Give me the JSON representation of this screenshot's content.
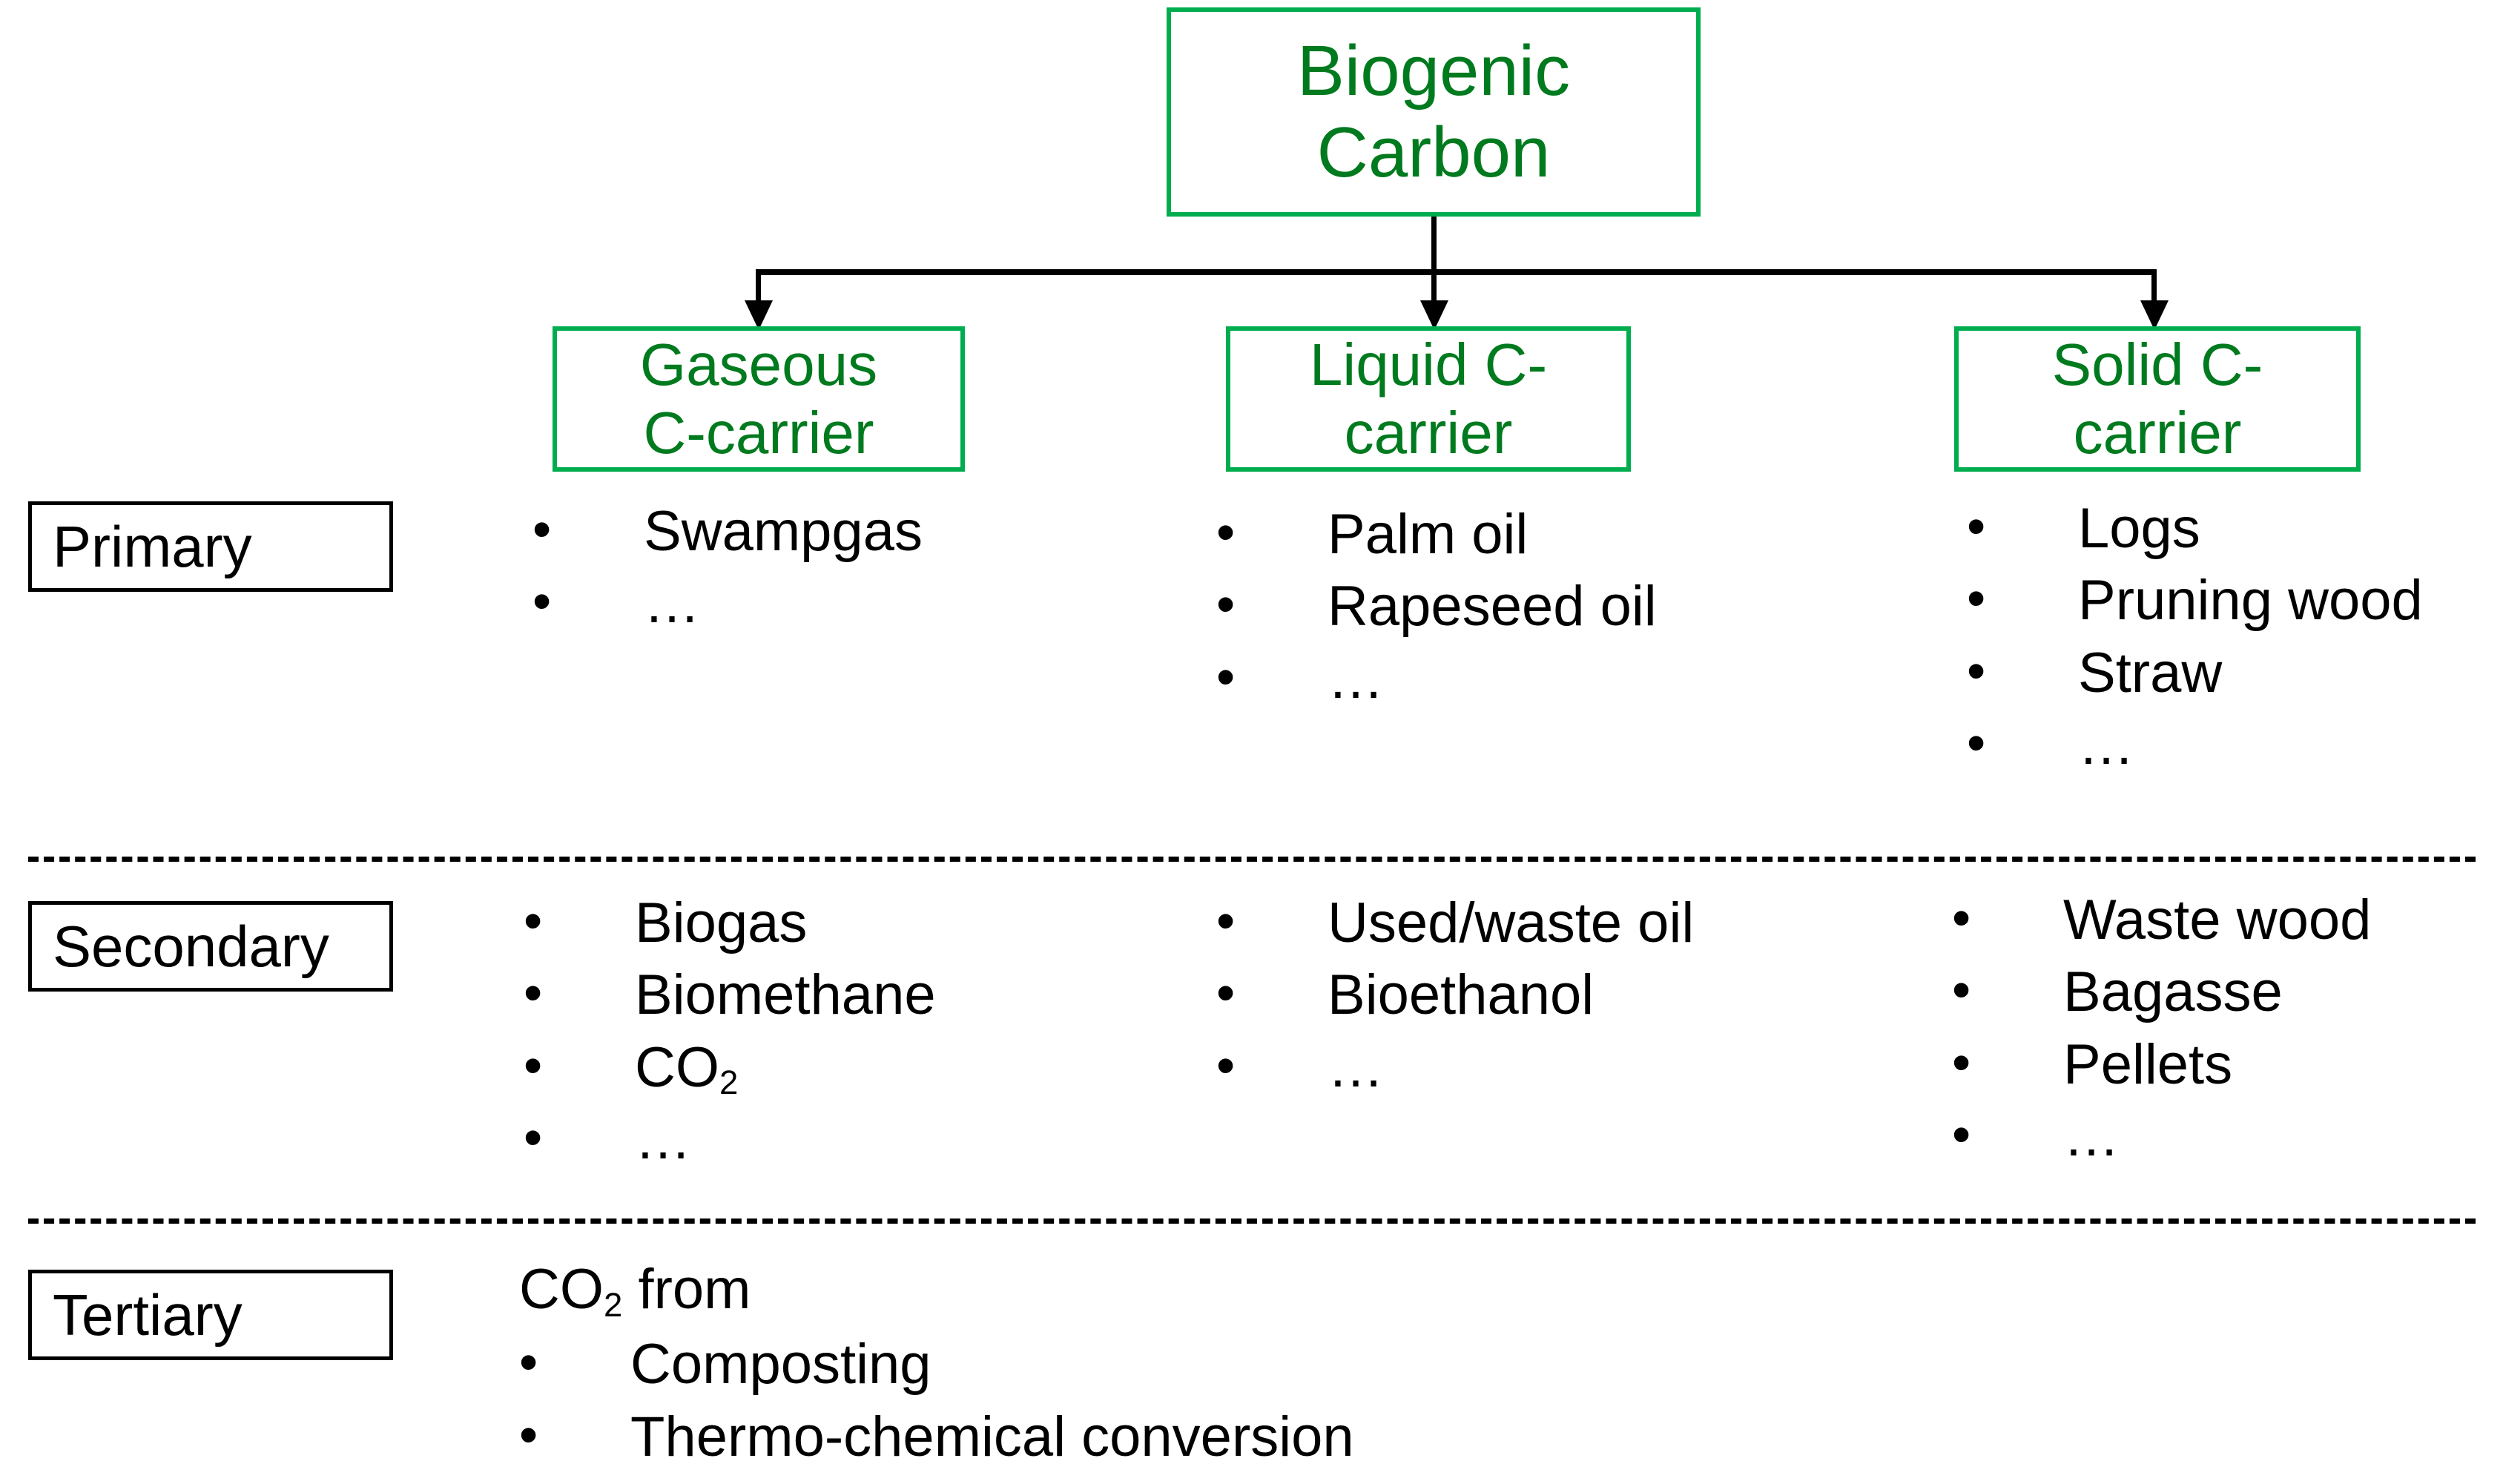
{
  "colors": {
    "box_border_green": "#00ad4e",
    "box_text_green": "#007a1e",
    "line_black": "#000000",
    "background": "#ffffff"
  },
  "root": {
    "label_line1": "Biogenic",
    "label_line2": "Carbon"
  },
  "categories": [
    {
      "id": "gaseous",
      "label_line1": "Gaseous",
      "label_line2": "C-carrier"
    },
    {
      "id": "liquid",
      "label_line1": "Liquid C-",
      "label_line2": "carrier"
    },
    {
      "id": "solid",
      "label_line1": "Solid C-",
      "label_line2": "carrier"
    }
  ],
  "rows": [
    {
      "id": "primary",
      "label": "Primary"
    },
    {
      "id": "secondary",
      "label": "Secondary"
    },
    {
      "id": "tertiary",
      "label": "Tertiary"
    }
  ],
  "cells": {
    "primary": {
      "gaseous": [
        "Swampgas",
        "…"
      ],
      "liquid": [
        "Palm oil",
        "Rapeseed oil",
        "…"
      ],
      "solid": [
        "Logs",
        "Pruning wood",
        "Straw",
        "…"
      ]
    },
    "secondary": {
      "gaseous": [
        "Biogas",
        "Biomethane",
        "CO2",
        "…"
      ],
      "liquid": [
        "Used/waste oil",
        "Bioethanol",
        "…"
      ],
      "solid": [
        "Waste wood",
        "Bagasse",
        "Pellets",
        "…"
      ]
    },
    "tertiary": {
      "heading": "CO2 from",
      "items": [
        "Composting",
        "Thermo-chemical conversion"
      ]
    }
  },
  "chemical_labels": {
    "co2_base": "CO",
    "co2_sub": "2",
    "co2_from_suffix": " from"
  },
  "icons": {
    "arrow": "arrow-down-icon",
    "bullet": "bullet-icon"
  }
}
